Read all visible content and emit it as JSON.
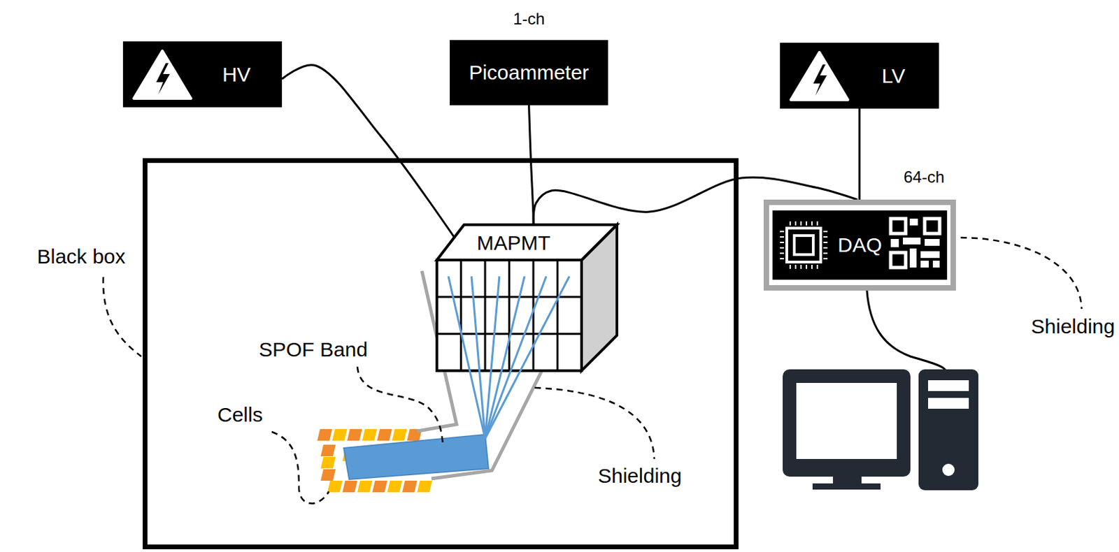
{
  "diagram": {
    "nodes": [
      {
        "text": [
          "HV"
        ]
      },
      {
        "text": [
          "1-ch",
          "Picoammeter"
        ]
      },
      {
        "text": [
          "LV"
        ]
      },
      {
        "text": [
          "Black box"
        ]
      },
      {
        "text": [
          "MAPMT"
        ],
        "in": 3
      },
      {
        "text": [
          "64-ch",
          "DAQ"
        ]
      }
    ],
    "edges": [
      {
        "from": 0,
        "to": 4,
        "arrow": "none"
      },
      {
        "from": 1,
        "to": 4,
        "arrow": "none"
      },
      {
        "from": 4,
        "to": 5,
        "arrow": "none"
      },
      {
        "from": 2,
        "to": 5,
        "arrow": "none"
      }
    ],
    "labels": [
      "Shielding",
      "SPOF Band",
      "Cells",
      "Shielding"
    ]
  }
}
